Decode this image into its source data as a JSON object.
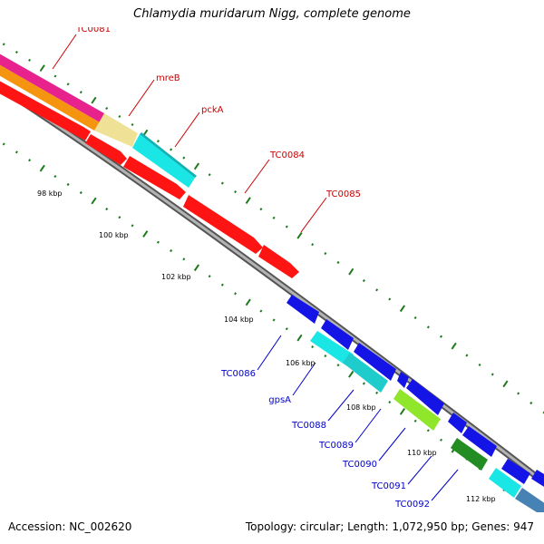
{
  "title": "Chlamydia muridarum Nigg, complete genome",
  "footer": {
    "accession": "Accession: NC_002620",
    "summary": "Topology: circular; Length: 1,072,950 bp; Genes: 947"
  },
  "colors": {
    "forward_label": "#cc0000",
    "reverse_label": "#0000cc",
    "backbone": "#8c8c8c",
    "tick": "#1f7a1f"
  },
  "scale_labels": [
    "98 kbp",
    "100 kbp",
    "102 kbp",
    "104 kbp",
    "106 kbp",
    "108 kbp",
    "110 kbp",
    "112 kbp"
  ],
  "forward_gene_labels": [
    "TC0081",
    "mreB",
    "pckA",
    "TC0084",
    "TC0085"
  ],
  "reverse_gene_labels": [
    "TC0086",
    "gpsA",
    "TC0088",
    "TC0089",
    "TC0090",
    "TC0091",
    "TC0092"
  ]
}
